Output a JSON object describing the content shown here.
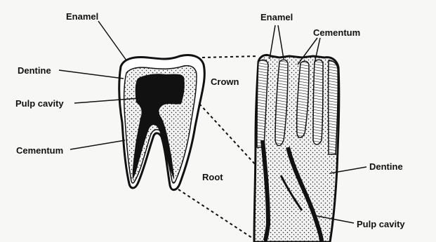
{
  "labels": {
    "enamel_left": "Enamel",
    "dentine_left": "Dentine",
    "pulp_cavity_left": "Pulp cavity",
    "cementum_left": "Cementum",
    "crown": "Crown",
    "root": "Root",
    "enamel_right": "Enamel",
    "cementum_right": "Cementum",
    "dentine_right": "Dentine",
    "pulp_cavity_right": "Pulp cavity"
  },
  "colors": {
    "ink": "#111111",
    "dentine_fill": "#ececec",
    "enamel_fill": "#ffffff",
    "background": "#f7f7f5"
  }
}
